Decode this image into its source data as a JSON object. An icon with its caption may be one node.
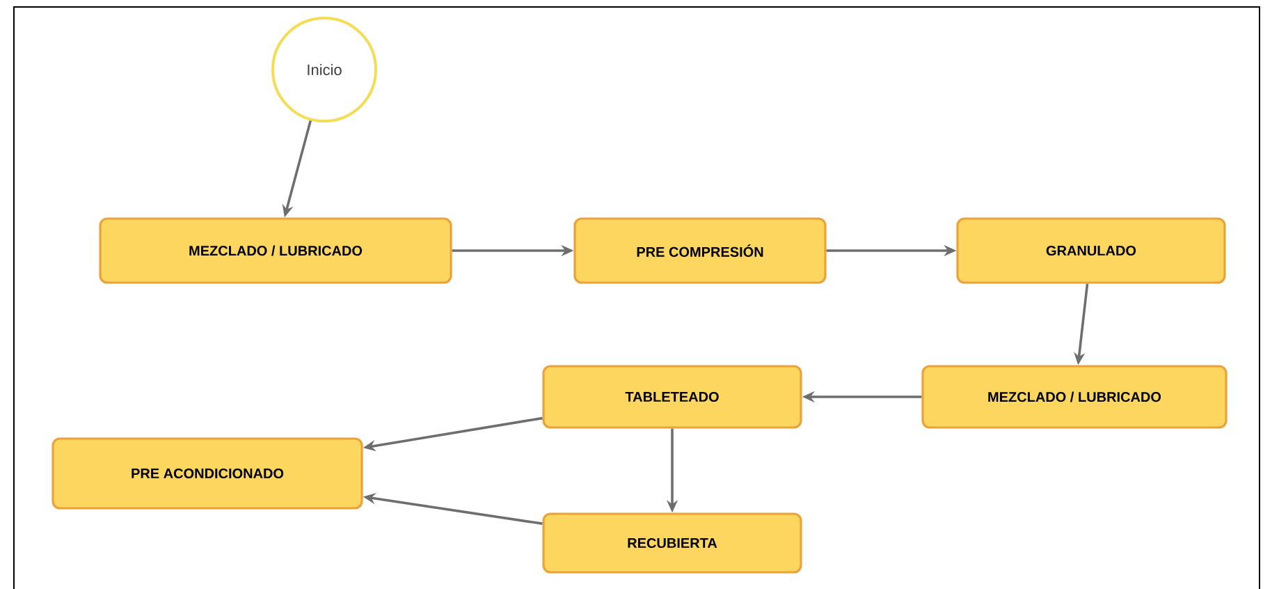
{
  "diagram": {
    "nodes": [
      {
        "text": [
          "Inicio"
        ]
      },
      {
        "text": [
          "MEZCLADO / LUBRICADO"
        ]
      },
      {
        "text": [
          "PRE COMPRESIÓN"
        ]
      },
      {
        "text": [
          "GRANULADO"
        ]
      },
      {
        "text": [
          "MEZCLADO / LUBRICADO"
        ]
      },
      {
        "text": [
          "TABLETEADO"
        ]
      },
      {
        "text": [
          "PRE ACONDICIONADO"
        ]
      },
      {
        "text": [
          "RECUBIERTA"
        ]
      }
    ],
    "edges": [
      {
        "from": 0,
        "to": 1,
        "arrow": "to"
      },
      {
        "from": 1,
        "to": 2,
        "arrow": "to"
      },
      {
        "from": 2,
        "to": 3,
        "arrow": "to"
      },
      {
        "from": 3,
        "to": 4,
        "arrow": "to"
      },
      {
        "from": 4,
        "to": 5,
        "arrow": "to"
      },
      {
        "from": 5,
        "to": 6,
        "arrow": "to"
      },
      {
        "from": 5,
        "to": 7,
        "arrow": "to"
      },
      {
        "from": 7,
        "to": 6,
        "arrow": "to"
      }
    ]
  }
}
